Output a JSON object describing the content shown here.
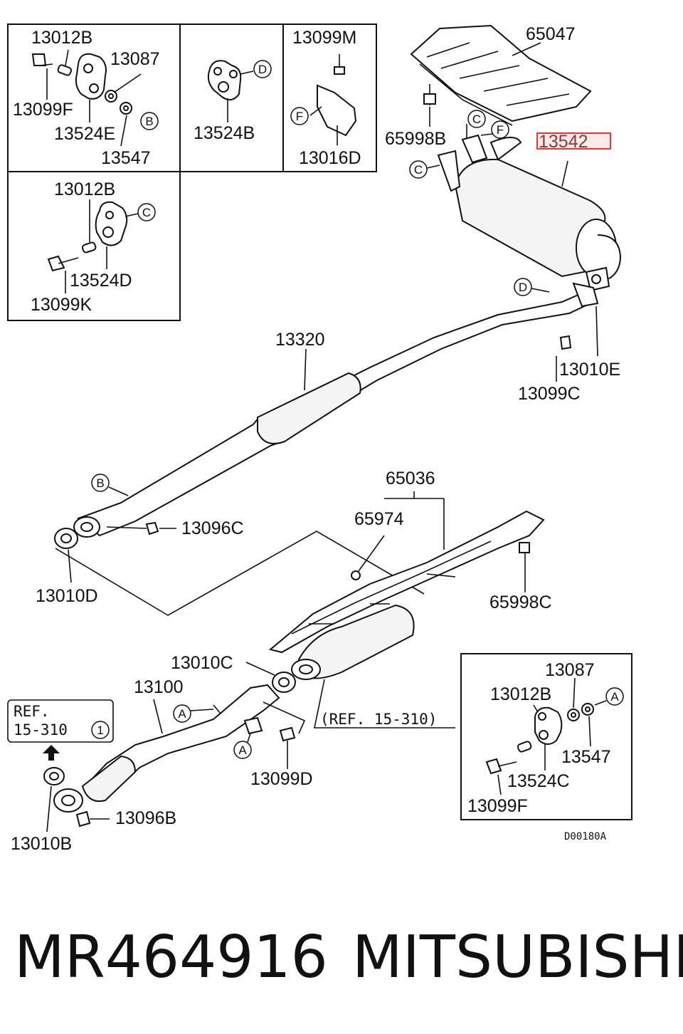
{
  "labels": {
    "p13012B_a": "13012B",
    "p13087_a": "13087",
    "p13099F_a": "13099F",
    "p13524E": "13524E",
    "p13547_a": "13547",
    "p13524B": "13524B",
    "p13099M": "13099M",
    "p13016D": "13016D",
    "p13012B_b": "13012B",
    "p13524D": "13524D",
    "p13099K": "13099K",
    "p65047": "65047",
    "p65998B": "65998B",
    "p13542": "13542",
    "p13320": "13320",
    "p13010E": "13010E",
    "p13099C": "13099C",
    "p13096C": "13096C",
    "p13010D": "13010D",
    "p65036": "65036",
    "p65974": "65974",
    "p65998C": "65998C",
    "p13010C": "13010C",
    "p13100": "13100",
    "p13099D": "13099D",
    "p13096B": "13096B",
    "p13010B": "13010B",
    "p13087_b": "13087",
    "p13012B_c": "13012B",
    "p13547_b": "13547",
    "p13524C": "13524C",
    "p13099F_b": "13099F"
  },
  "callouts": {
    "A": "A",
    "B": "B",
    "C": "C",
    "D": "D",
    "F": "F",
    "one": "1"
  },
  "ref": {
    "box_line1": "REF.",
    "box_line2": "15-310",
    "catalyst": "(REF. 15-310)"
  },
  "drawing_code": "D00180A",
  "footer": {
    "part_number": "MR464916",
    "brand": "MITSUBISHI"
  },
  "colors": {
    "highlight": "#e23b3b",
    "line": "#111111"
  }
}
